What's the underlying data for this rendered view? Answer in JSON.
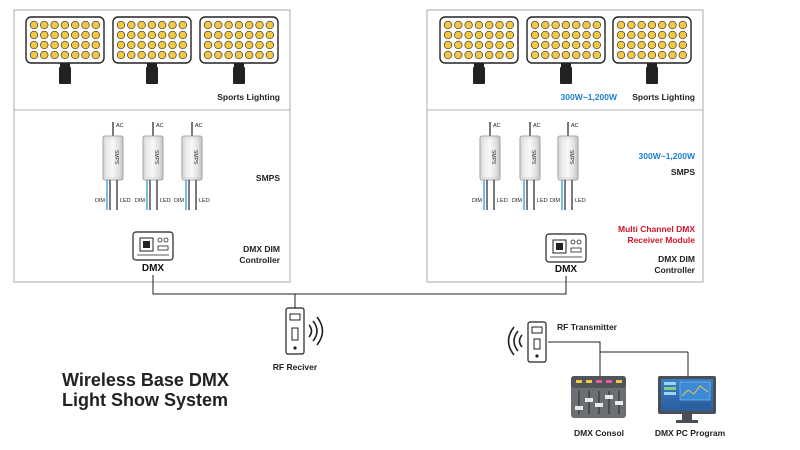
{
  "title": {
    "line1": "Wireless Base DMX",
    "line2": "Light Show System"
  },
  "left_panel": {
    "lighting_label": "Sports Lighting",
    "smps_label": "SMPS",
    "controller_line1": "DMX DIM",
    "controller_line2": "Controller",
    "dmx_chip_label": "DMX",
    "smps_units": [
      {
        "top": "AC",
        "body": "SMPS",
        "dim": "DIM",
        "led": "LED"
      },
      {
        "top": "AC",
        "body": "SMPS",
        "dim": "DIM",
        "led": "LED"
      },
      {
        "top": "AC",
        "body": "SMPS",
        "dim": "DIM",
        "led": "LED"
      }
    ]
  },
  "right_panel": {
    "power_range_lighting": "300W~1,200W",
    "lighting_label": "Sports Lighting",
    "power_range_smps": "300W~1,200W",
    "smps_label": "SMPS",
    "receiver_line1": "Multi Channel DMX",
    "receiver_line2": "Receiver Module",
    "controller_line1": "DMX DIM",
    "controller_line2": "Controller",
    "dmx_chip_label": "DMX",
    "smps_units": [
      {
        "top": "AC",
        "body": "SMPS",
        "dim": "DIM",
        "led": "LED"
      },
      {
        "top": "AC",
        "body": "SMPS",
        "dim": "DIM",
        "led": "LED"
      },
      {
        "top": "AC",
        "body": "SMPS",
        "dim": "DIM",
        "led": "LED"
      }
    ]
  },
  "rf_receiver_label": "RF Reciver",
  "rf_transmitter_label": "RF Transmitter",
  "dmx_console_label": "DMX Consol",
  "dmx_pc_label": "DMX PC Program",
  "colors": {
    "led_fill": "#f5c842",
    "led_stroke": "#333333",
    "panel_border": "#9a9a9a",
    "accent_blue": "#1e7fd0",
    "accent_red": "#d4142b",
    "dim_wire": "#3aa0e0"
  }
}
